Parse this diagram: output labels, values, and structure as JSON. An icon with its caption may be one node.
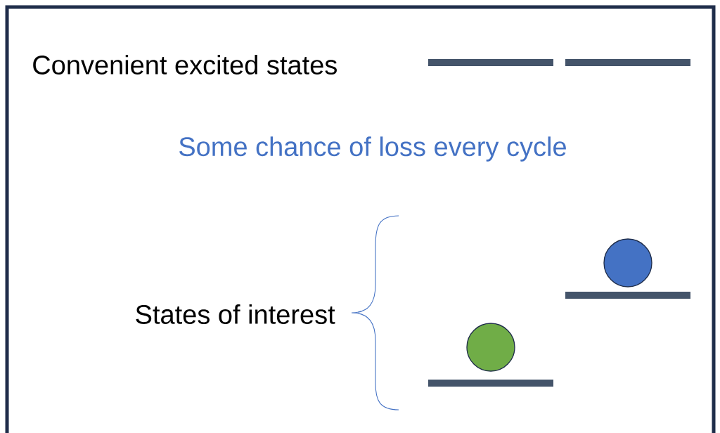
{
  "diagram": {
    "labels": [
      "Convenient excited states",
      "Some chance of loss every cycle",
      "States of interest"
    ]
  }
}
